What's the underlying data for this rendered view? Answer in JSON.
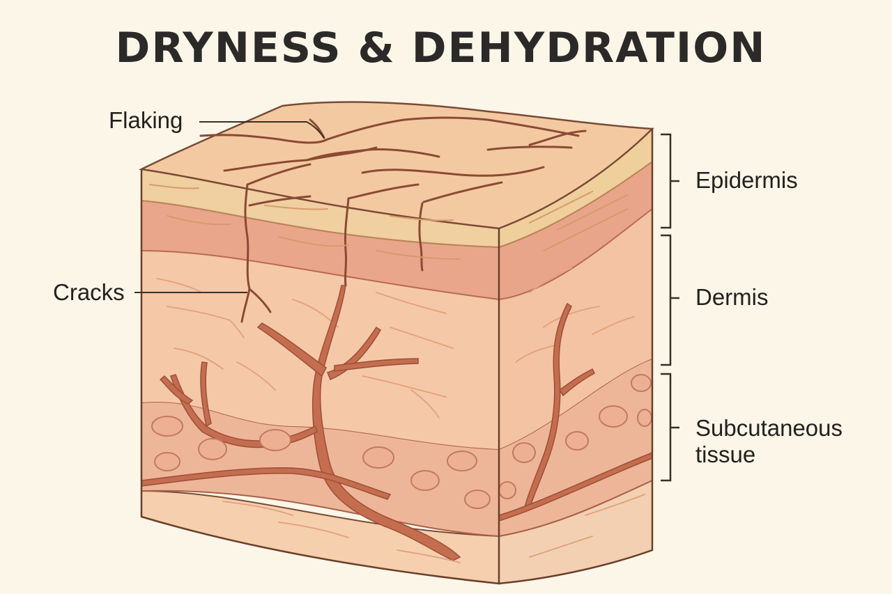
{
  "title": "DRYNESS & DEHYDRATION",
  "labels": {
    "flaking": "Flaking",
    "cracks": "Cracks",
    "epidermis": "Epidermis",
    "dermis": "Dermis",
    "subcutaneous": "Subcutaneous tissue"
  },
  "colors": {
    "background": "#fbf6e8",
    "epidermis_top": "#f3c9a2",
    "epidermis_side": "#f0d19f",
    "dermis": "#f5c7a8",
    "dermis_band": "#e9a58a",
    "subcutaneous": "#eeb698",
    "vessels": "#bf6a4d",
    "outline": "#6b3f2a",
    "text": "#23211f"
  }
}
